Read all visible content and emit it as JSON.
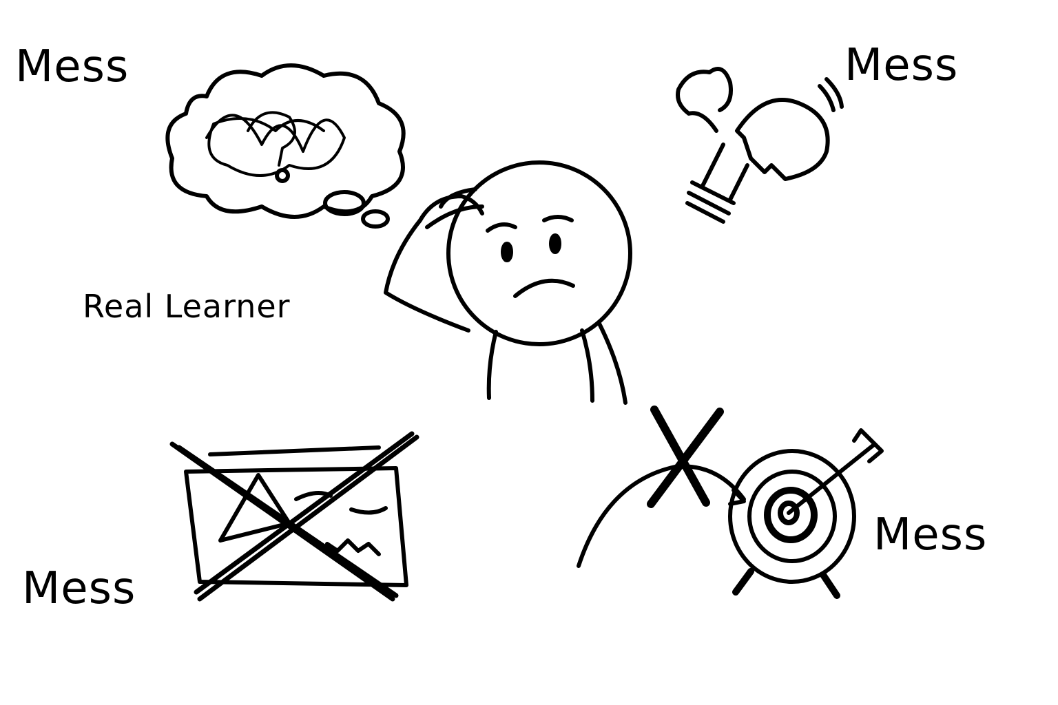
{
  "labels": {
    "top_left": "Mess",
    "top_right": "Mess",
    "bottom_left": "Mess",
    "bottom_right": "Mess",
    "center": "Real Learner"
  }
}
